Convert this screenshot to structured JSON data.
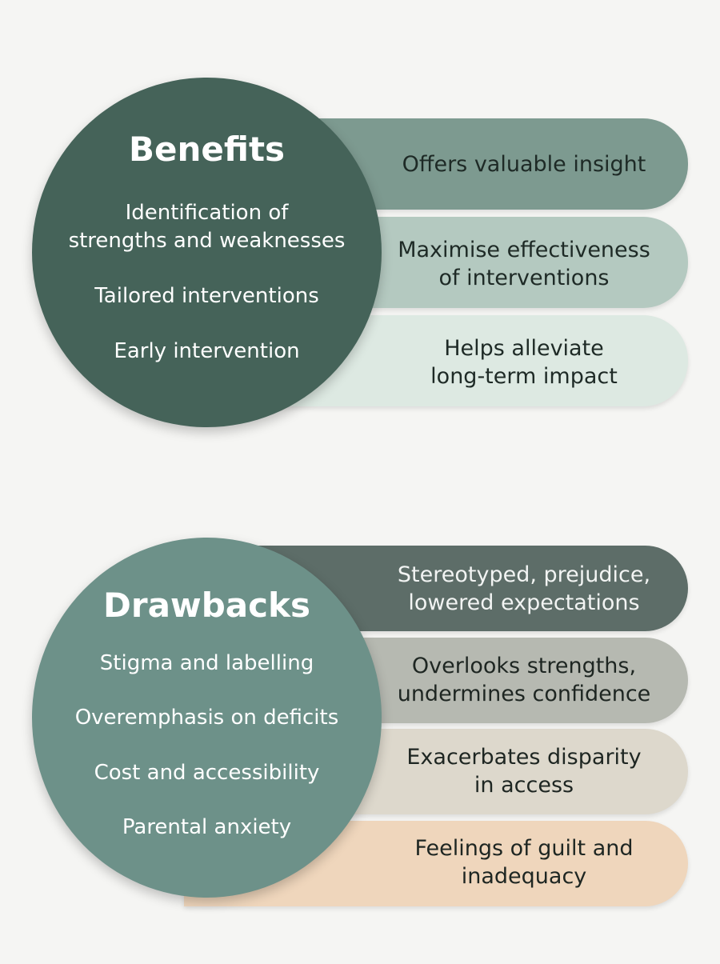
{
  "benefits": {
    "title": "Benefits",
    "items": [
      "Identification of\nstrengths and weaknesses",
      "Tailored interventions",
      "Early intervention"
    ],
    "outcomes": [
      "Offers valuable insight",
      "Maximise effectiveness\nof interventions",
      "Helps alleviate\nlong-term impact"
    ]
  },
  "drawbacks": {
    "title": "Drawbacks",
    "items": [
      "Stigma and labelling",
      "Overemphasis on deficits",
      "Cost and accessibility",
      "Parental anxiety"
    ],
    "outcomes": [
      "Stereotyped, prejudice,\nlowered expectations",
      "Overlooks strengths,\nundermines confidence",
      "Exacerbates disparity\nin access",
      "Feelings of guilt and\ninadequacy"
    ]
  },
  "colors": {
    "benefits_circle": "#456359",
    "benefits_pills": [
      "#7d9a90",
      "#b4c9c0",
      "#dde9e2"
    ],
    "drawbacks_circle": "#6d9189",
    "drawbacks_pills": [
      "#5d6d68",
      "#b6b9b1",
      "#ddd8cc",
      "#efd6bc"
    ]
  }
}
